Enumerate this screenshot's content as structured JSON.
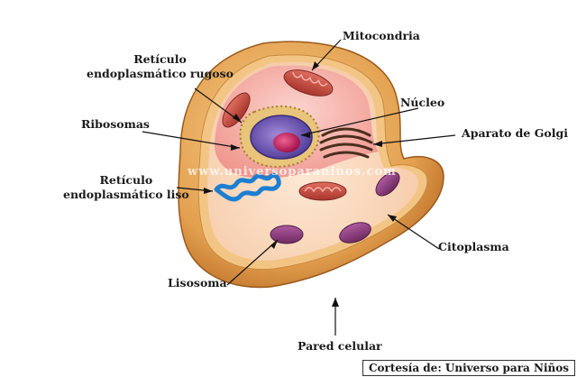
{
  "labels": {
    "reticulo_rugoso_1": "Retículo",
    "reticulo_rugoso_2": "endoplasmático rugoso",
    "mitocondria": "Mitocondria",
    "nucleo": "Núcleo",
    "ribosomas": "Ribosomas",
    "aparato_golgi": "Aparato de Golgi",
    "reticulo_liso_1": "Retículo",
    "reticulo_liso_2": "endoplasmático liso",
    "citoplasma": "Citoplasma",
    "lisosoma": "Lisosoma",
    "pared_celular": "Pared celular"
  },
  "watermark": "www.universoparaninos.com",
  "credit": "Cortesía de: Universo para Niños",
  "colors": {
    "wall_outer": "#d98f3c",
    "wall_inner": "#f2c27a",
    "cytoplasm": "#fbd9c0",
    "interior_pink": "#f5a9a0",
    "nucleus": "#6a54b0",
    "nucleolus": "#c2185b",
    "mitochondria": "#c84b3f",
    "lysosome": "#8a3f7a",
    "er_smooth": "#1e7fd0",
    "rough_er": "#d9b25c"
  }
}
